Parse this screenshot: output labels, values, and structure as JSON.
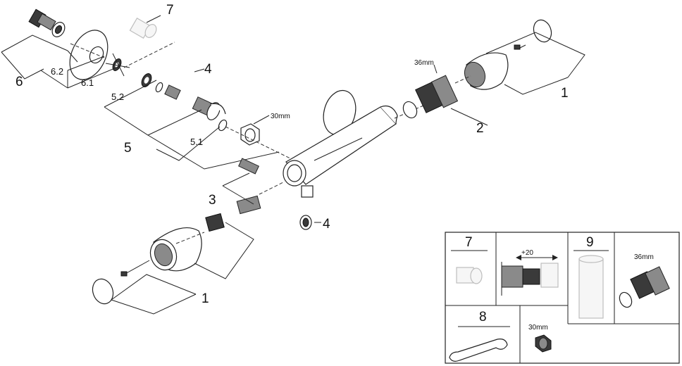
{
  "callouts": {
    "n1_top": "1",
    "n1_bottom": "1",
    "n2": "2",
    "n3": "3",
    "n4_top": "4",
    "n4_bottom": "4",
    "n5": "5",
    "n5_1": "5.1",
    "n5_2": "5.2",
    "n6": "6",
    "n6_1": "6.1",
    "n6_2": "6.2",
    "n7": "7"
  },
  "dimensions": {
    "cartridge_wrench": "36mm",
    "nut_wrench": "30mm"
  },
  "inset": {
    "cell_7_label": "7",
    "cell_8_label": "8",
    "cell_9_label": "9",
    "extension_dim": "+20",
    "nut_wrench": "30mm",
    "cartridge_wrench": "36mm"
  }
}
